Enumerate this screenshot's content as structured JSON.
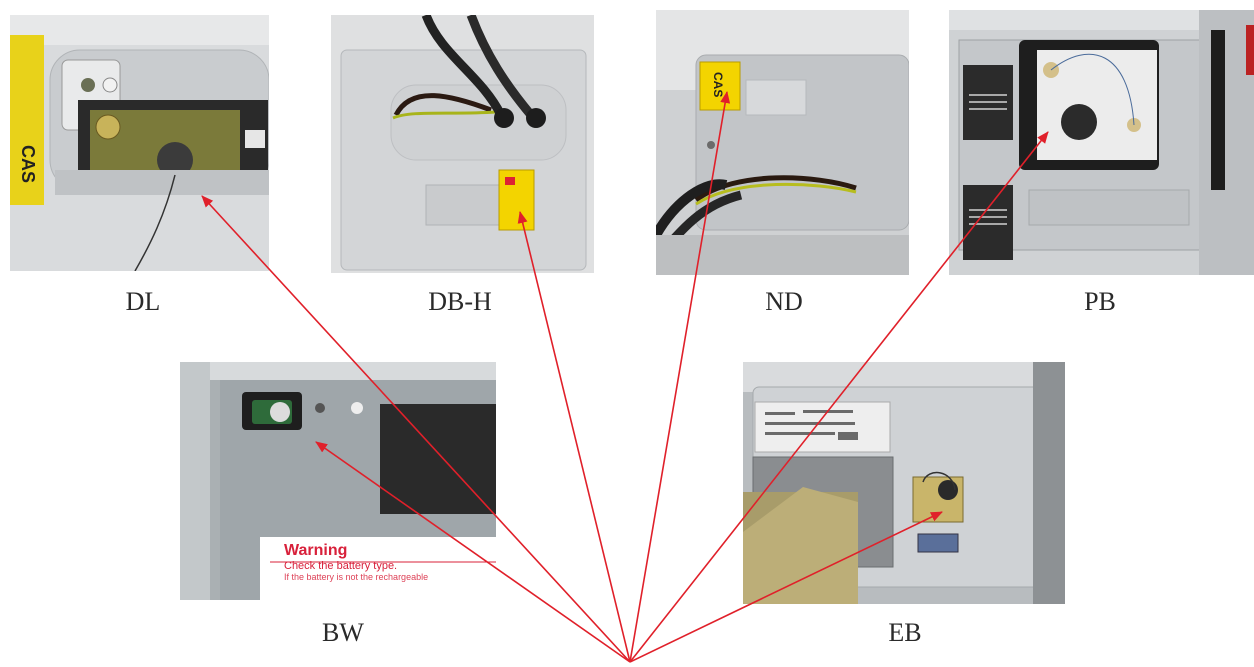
{
  "photos": [
    {
      "id": "dl",
      "caption": "DL",
      "sticker": "CAS"
    },
    {
      "id": "db-h",
      "caption": "DB-H"
    },
    {
      "id": "nd",
      "caption": "ND",
      "sticker": "CAS"
    },
    {
      "id": "pb",
      "caption": "PB"
    },
    {
      "id": "bw",
      "caption": "BW",
      "warning": {
        "title": "Warning",
        "line1": "Check the battery type.",
        "line2": "If the battery is not the rechargeable"
      }
    },
    {
      "id": "eb",
      "caption": "EB"
    }
  ],
  "colors": {
    "arrow": "#e0202a",
    "warning": "#d8203a",
    "sticker": "#f3d400"
  }
}
